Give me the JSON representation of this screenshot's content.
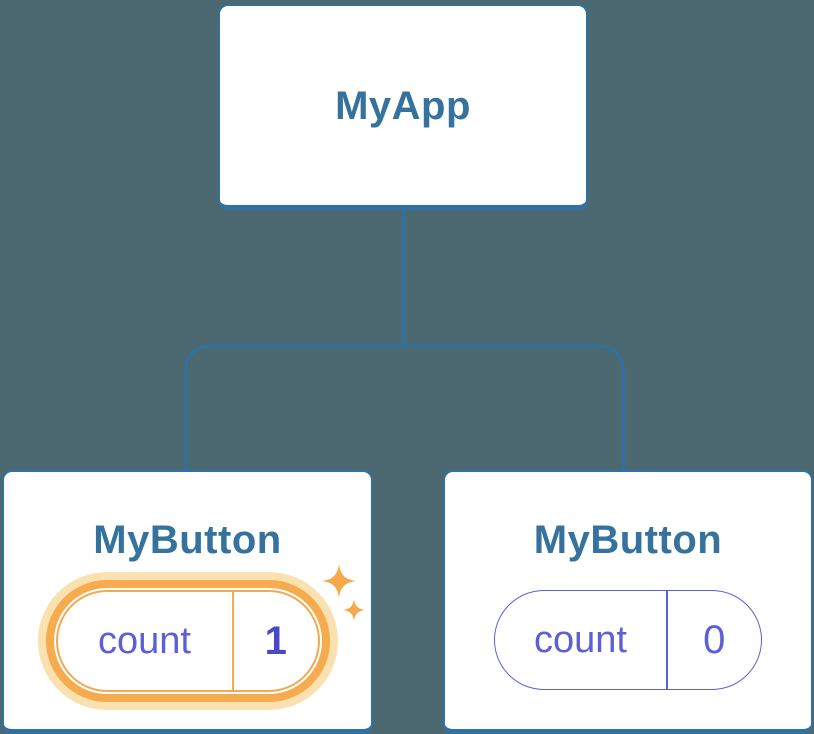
{
  "colors": {
    "background": "#4C6972",
    "node_border_blue": "#2F72A2",
    "node_title_blue": "#35729E",
    "state_indigo": "#5C5FD6",
    "state_indigo_bold": "#4948C9",
    "highlight_orange": "#F5AB4E",
    "highlight_orange_pale": "#FBE0B0"
  },
  "tree": {
    "root": {
      "title": "MyApp"
    },
    "children": [
      {
        "title": "MyButton",
        "state": {
          "label": "count",
          "value": "1"
        },
        "highlighted": true
      },
      {
        "title": "MyButton",
        "state": {
          "label": "count",
          "value": "0"
        },
        "highlighted": false
      }
    ]
  }
}
